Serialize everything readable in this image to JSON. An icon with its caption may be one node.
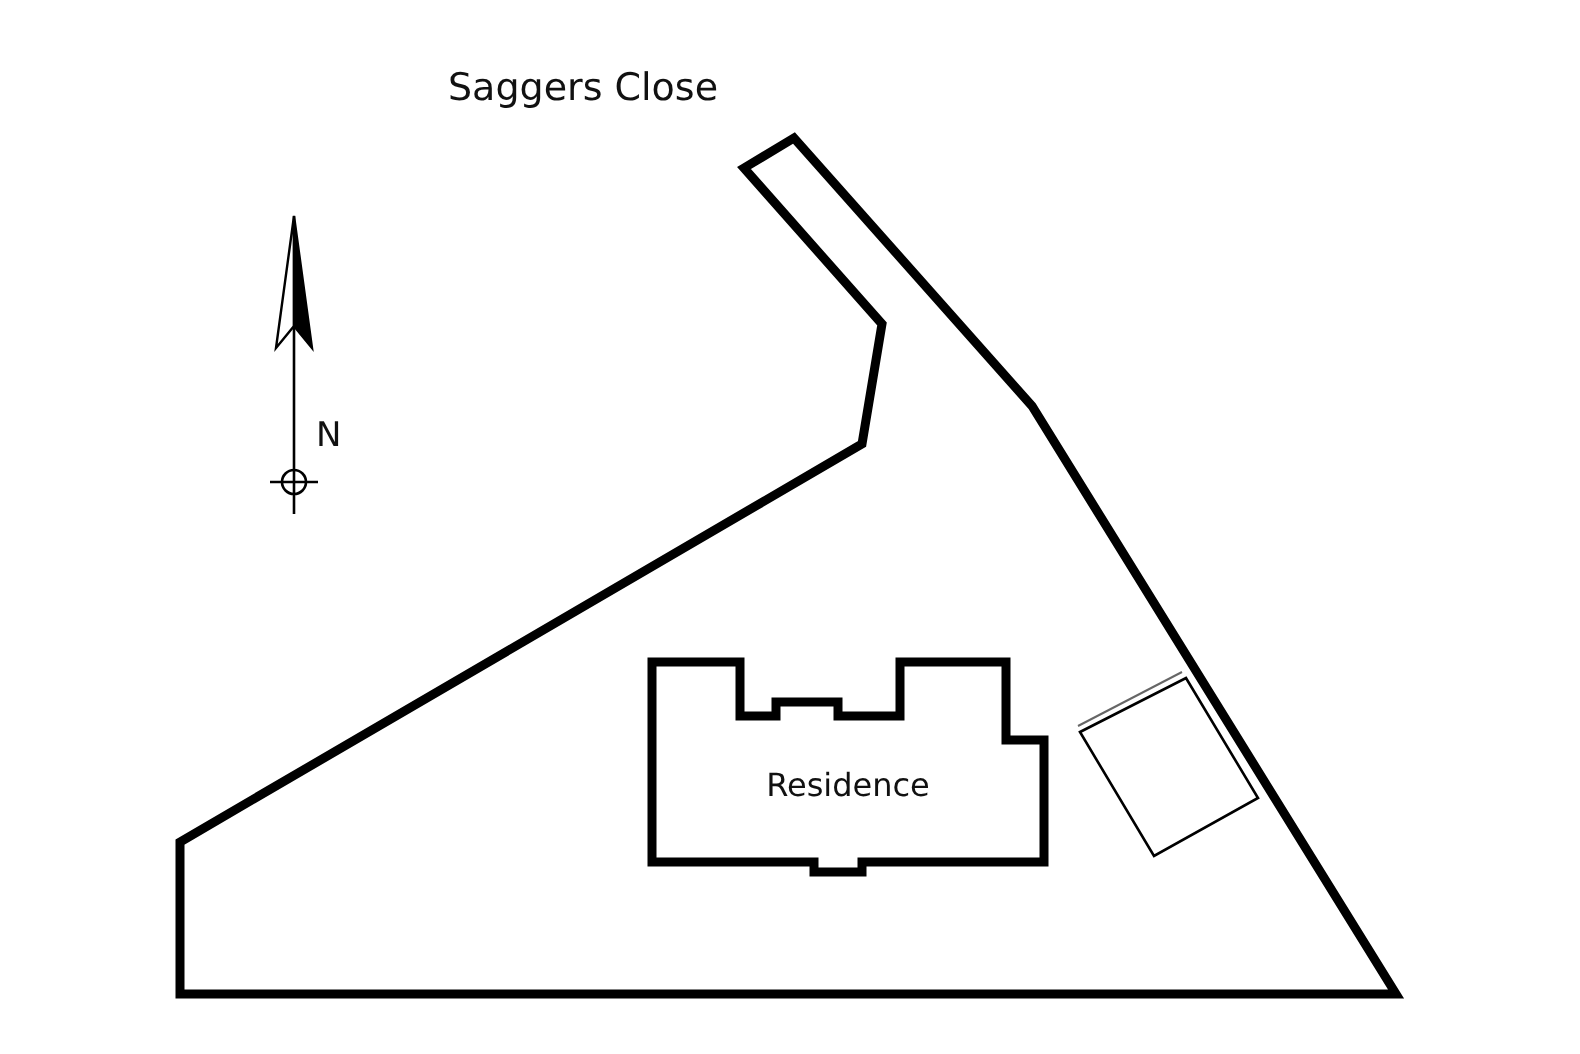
{
  "diagram": {
    "nodes": [
      {
        "text": [
          "Residence"
        ]
      }
    ],
    "labels": [
      "Saggers Close",
      "N"
    ]
  }
}
